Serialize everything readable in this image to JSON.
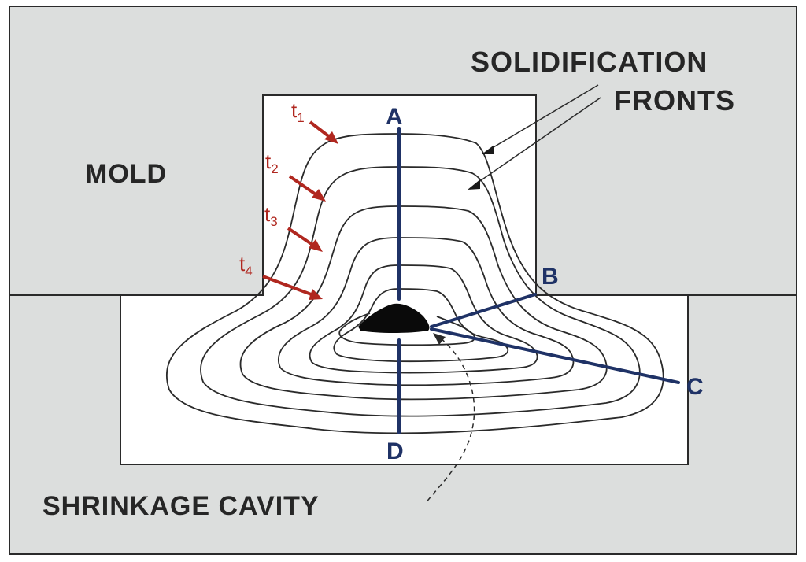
{
  "labels": {
    "mold": "MOLD",
    "solidification_line1": "SOLIDIFICATION",
    "solidification_line2": "FRONTS",
    "shrinkage": "SHRINKAGE CAVITY"
  },
  "points": {
    "a": "A",
    "b": "B",
    "c": "C",
    "d": "D"
  },
  "times": [
    {
      "base": "t",
      "sub": "1"
    },
    {
      "base": "t",
      "sub": "2"
    },
    {
      "base": "t",
      "sub": "3"
    },
    {
      "base": "t",
      "sub": "4"
    }
  ],
  "colors": {
    "mold_fill": "#dcdedd",
    "casting_fill": "#ffffff",
    "outline": "#2a2a2a",
    "line_blue": "#1f3266",
    "arrow_red": "#b0271f"
  }
}
